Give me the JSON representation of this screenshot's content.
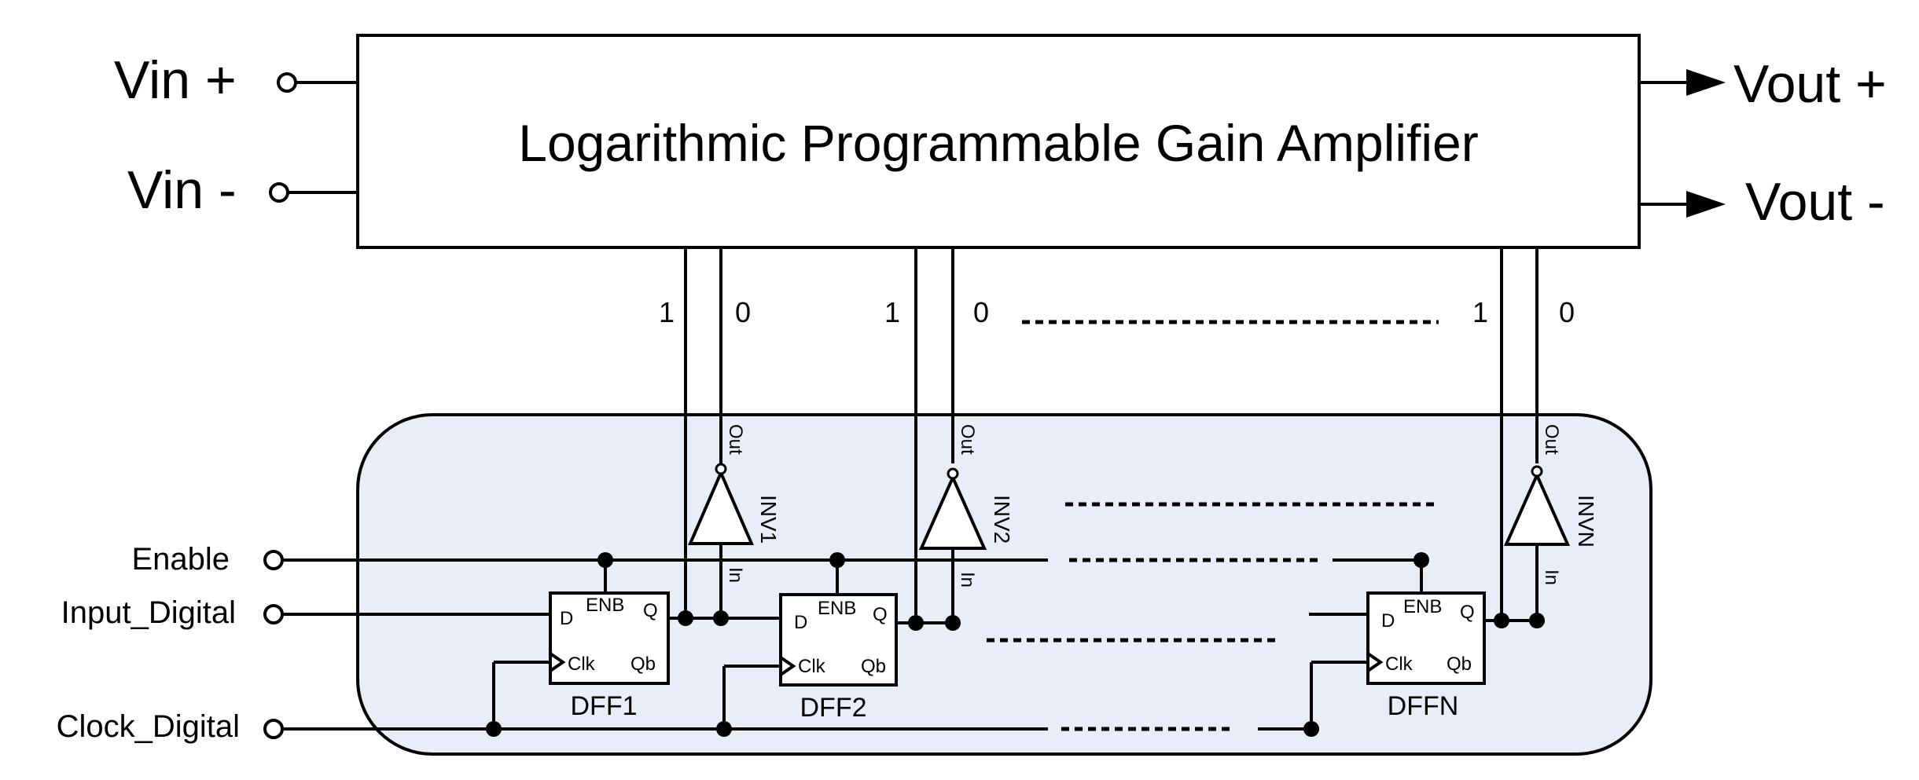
{
  "amplifier": {
    "label": "Logarithmic Programmable Gain Amplifier"
  },
  "inputs": {
    "vin_plus": "Vin +",
    "vin_minus": "Vin -"
  },
  "outputs": {
    "vout_plus": "Vout +",
    "vout_minus": "Vout -"
  },
  "bits": {
    "one": "1",
    "zero": "0"
  },
  "signals": {
    "enable": "Enable",
    "input_digital": "Input_Digital",
    "clock_digital": "Clock_Digital"
  },
  "flipflop_pins": {
    "d": "D",
    "enb": "ENB",
    "q": "Q",
    "clk": "Clk",
    "qb": "Qb"
  },
  "inverter_pins": {
    "out": "Out",
    "in": "In"
  },
  "stages": [
    {
      "dff": "DFF1",
      "inv": "INV1"
    },
    {
      "dff": "DFF2",
      "inv": "INV2"
    },
    {
      "dff": "DFFN",
      "inv": "INVN"
    }
  ],
  "colors": {
    "control_panel_fill": "#e8edf7",
    "wire": "#000000"
  }
}
